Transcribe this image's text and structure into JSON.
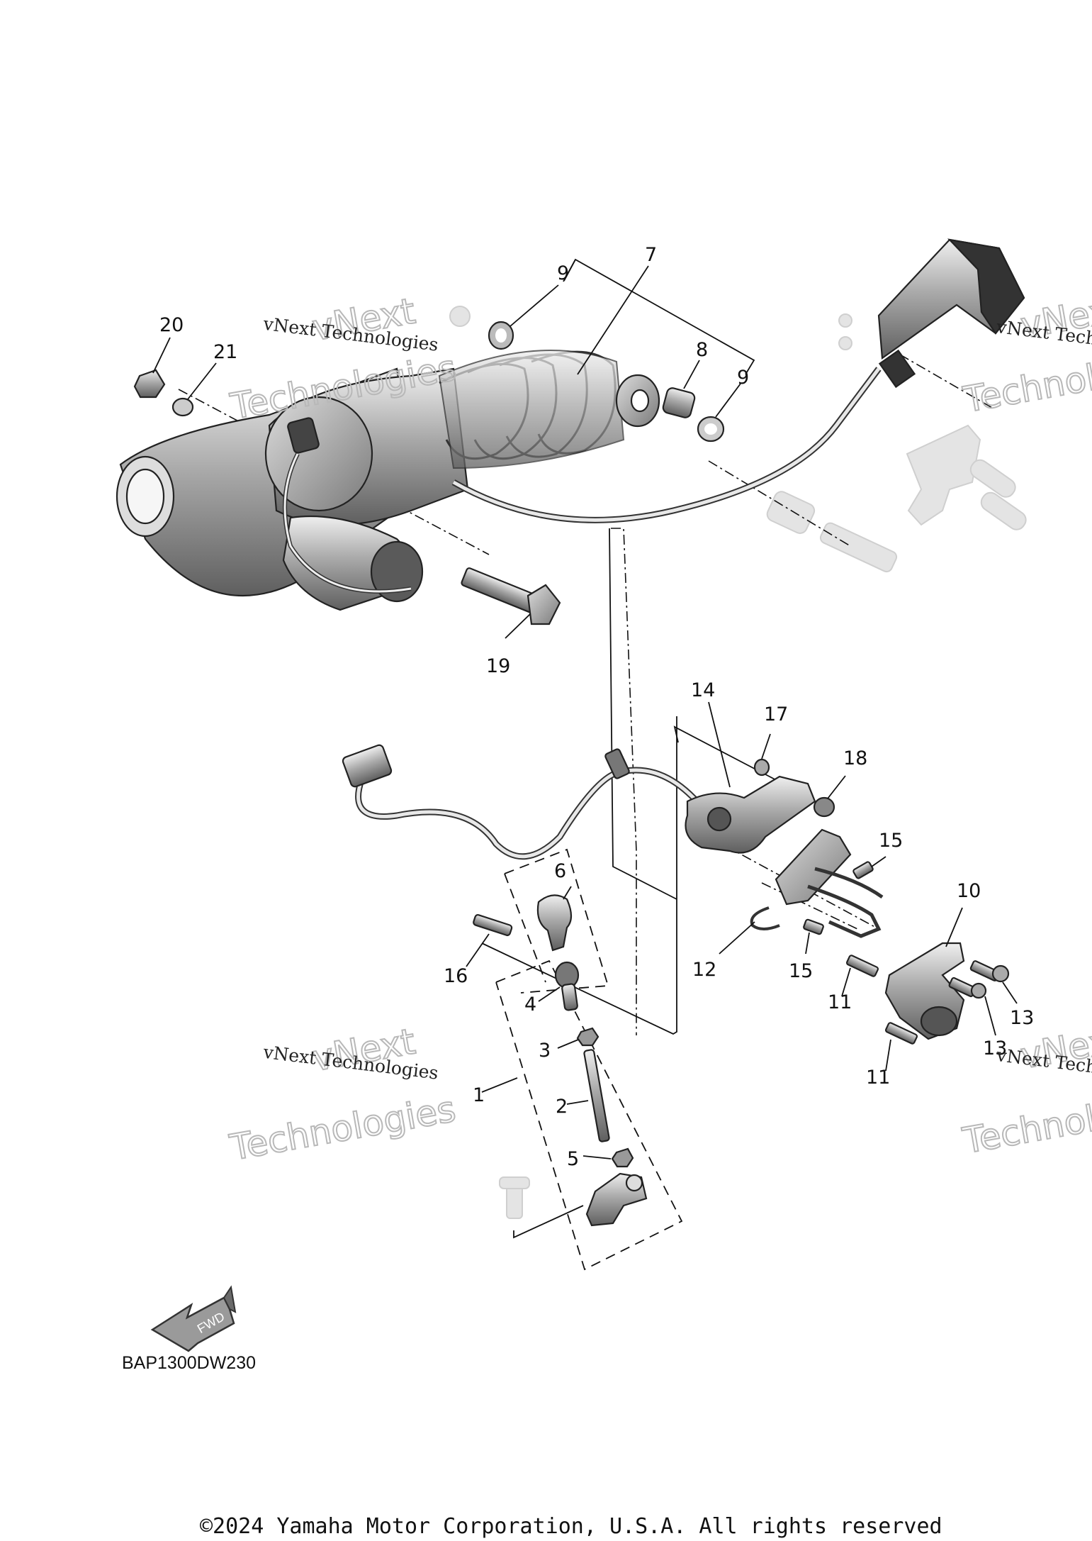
{
  "diagram": {
    "code": "BAP1300DW230",
    "copyright": "©2024 Yamaha Motor Corporation, U.S.A. All rights reserved",
    "fwd_label": "FWD",
    "watermark": {
      "small": "vNext Technologies",
      "big_top": "vNext",
      "big_bottom": "Technologies"
    },
    "callouts": {
      "c1": "1",
      "c2": "2",
      "c3": "3",
      "c4": "4",
      "c5": "5",
      "c6": "6",
      "c7": "7",
      "c8": "8",
      "c9a": "9",
      "c9b": "9",
      "c10": "10",
      "c11a": "11",
      "c11b": "11",
      "c12": "12",
      "c13a": "13",
      "c13b": "13",
      "c14": "14",
      "c15a": "15",
      "c15b": "15",
      "c16": "16",
      "c17": "17",
      "c18": "18",
      "c19": "19",
      "c20": "20",
      "c21": "21"
    }
  }
}
